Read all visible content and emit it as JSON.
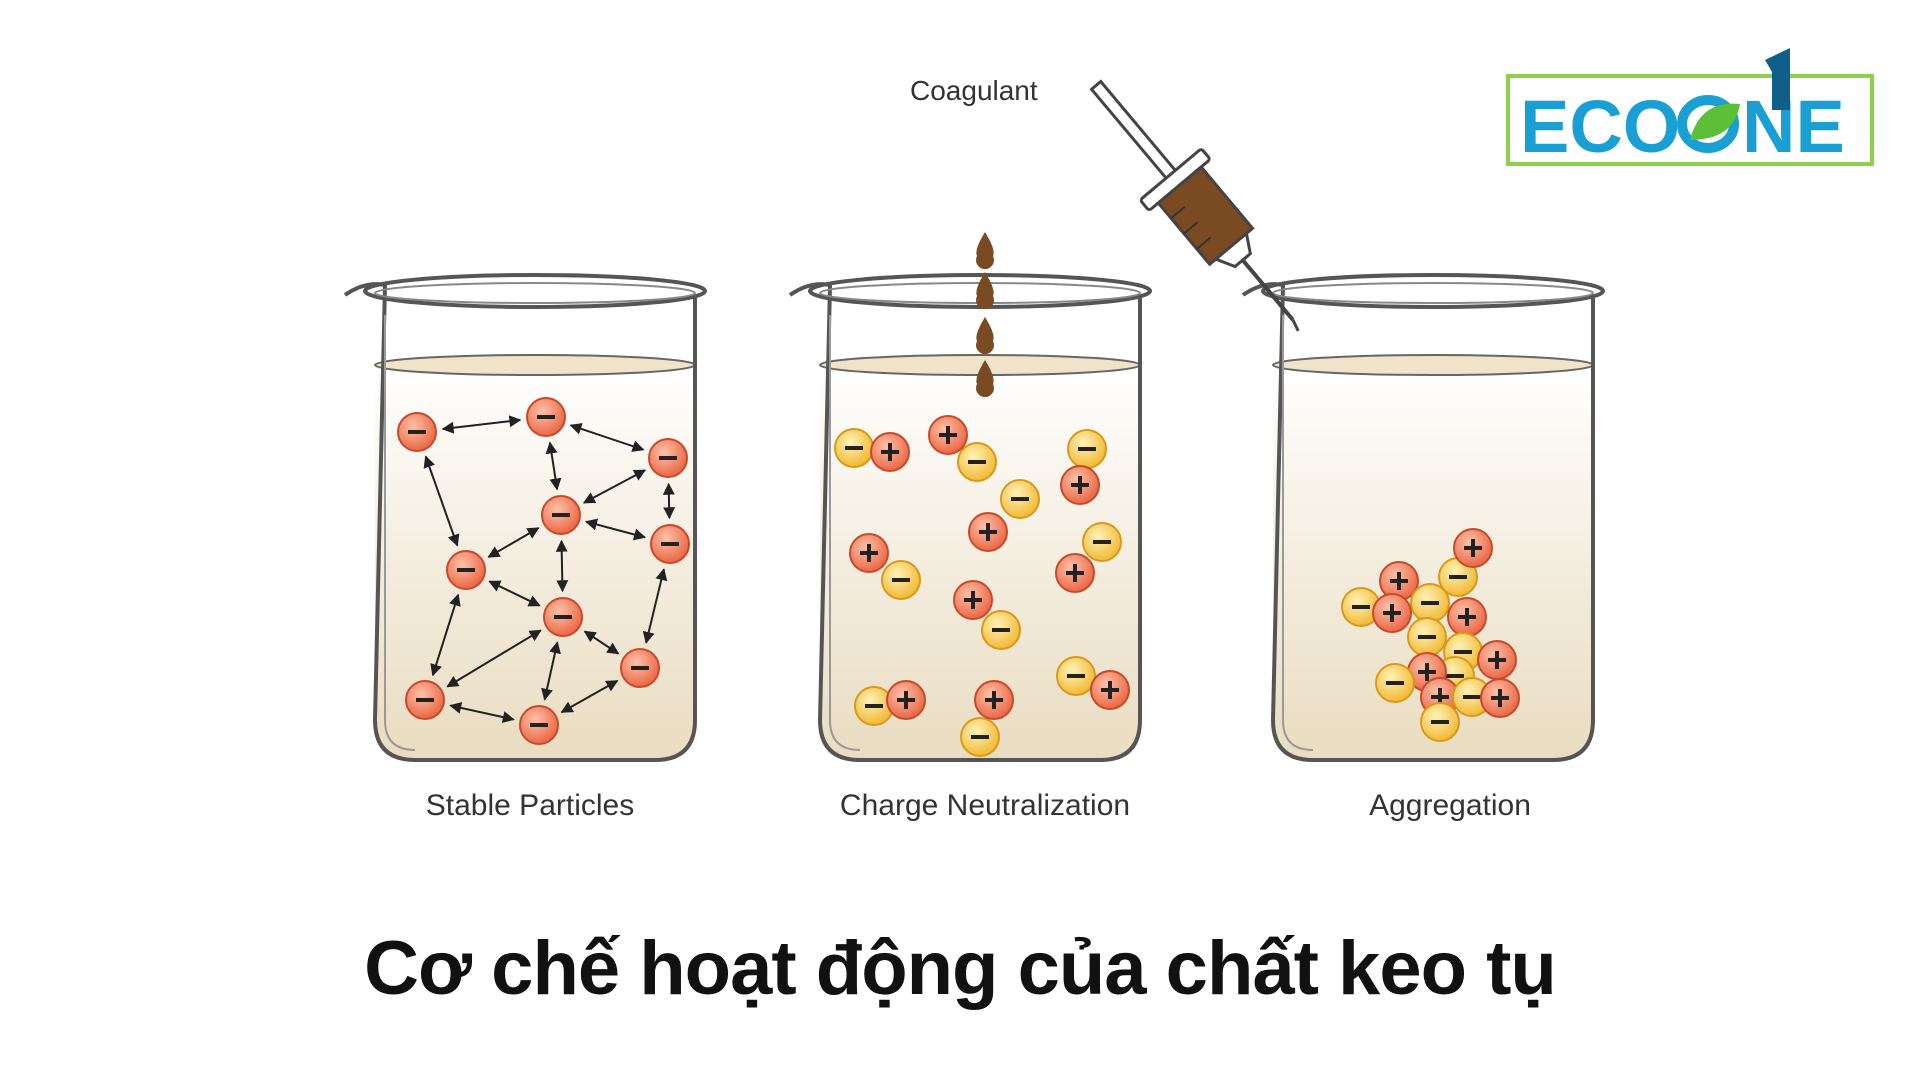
{
  "title": "Cơ chế hoạt động của chất keo tụ",
  "logo": {
    "text": "ECOONE",
    "colors": {
      "letters": "#1a9fd4",
      "border": "#8cd04b",
      "leaf": "#5cbf3a",
      "digit": "#0f5f8a"
    }
  },
  "coagulant_label": "Coagulant",
  "beakers": [
    {
      "id": "stable",
      "caption": "Stable Particles"
    },
    {
      "id": "neutralization",
      "caption": "Charge Neutralization"
    },
    {
      "id": "aggregation",
      "caption": "Aggregation"
    }
  ],
  "colors": {
    "negative_particle": "#ef7a5a",
    "positive_particle": "#ef7a5a",
    "neutral_partner": "#f5c542",
    "liquid": "#efe4c9",
    "coagulant": "#7a4a22",
    "glass": "#555555"
  },
  "symbols": {
    "negative": "−",
    "positive": "+"
  }
}
